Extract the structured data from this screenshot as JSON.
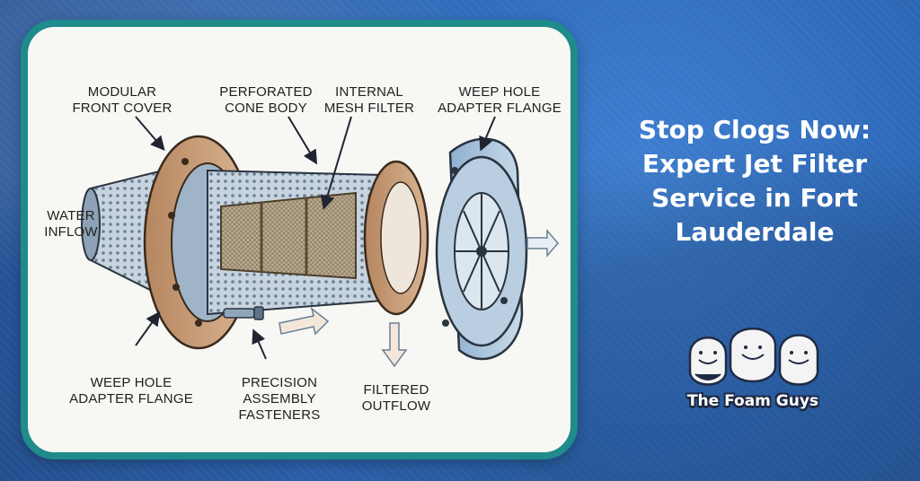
{
  "diagram": {
    "labels": {
      "modular_front_cover": "MODULAR\nFRONT COVER",
      "perforated_cone_body": "PERFORATED\nCONE BODY",
      "internal_mesh_filter": "INTERNAL\nMESH FILTER",
      "weep_hole_adapter_flange_top": "WEEP HOLE\nADAPTER FLANGE",
      "water_inflow": "WATER\nINFLOW",
      "weep_hole_adapter_flange_bottom": "WEEP HOLE\nADAPTER FLANGE",
      "precision_assembly_fasteners": "PRECISION\nASSEMBLY\nFASTENERS",
      "filtered_outflow": "FILTERED\nOUTFLOW"
    },
    "colors": {
      "card_border": "#1f8b8b",
      "flange": "#c59a74",
      "metal": "#a9c2d8"
    }
  },
  "headline": "Stop Clogs Now: Expert Jet Filter Service in Fort Lauderdale",
  "logo": {
    "text": "The Foam Guys"
  },
  "colors": {
    "background": "#2f6bbb",
    "headline": "#ffffff"
  }
}
